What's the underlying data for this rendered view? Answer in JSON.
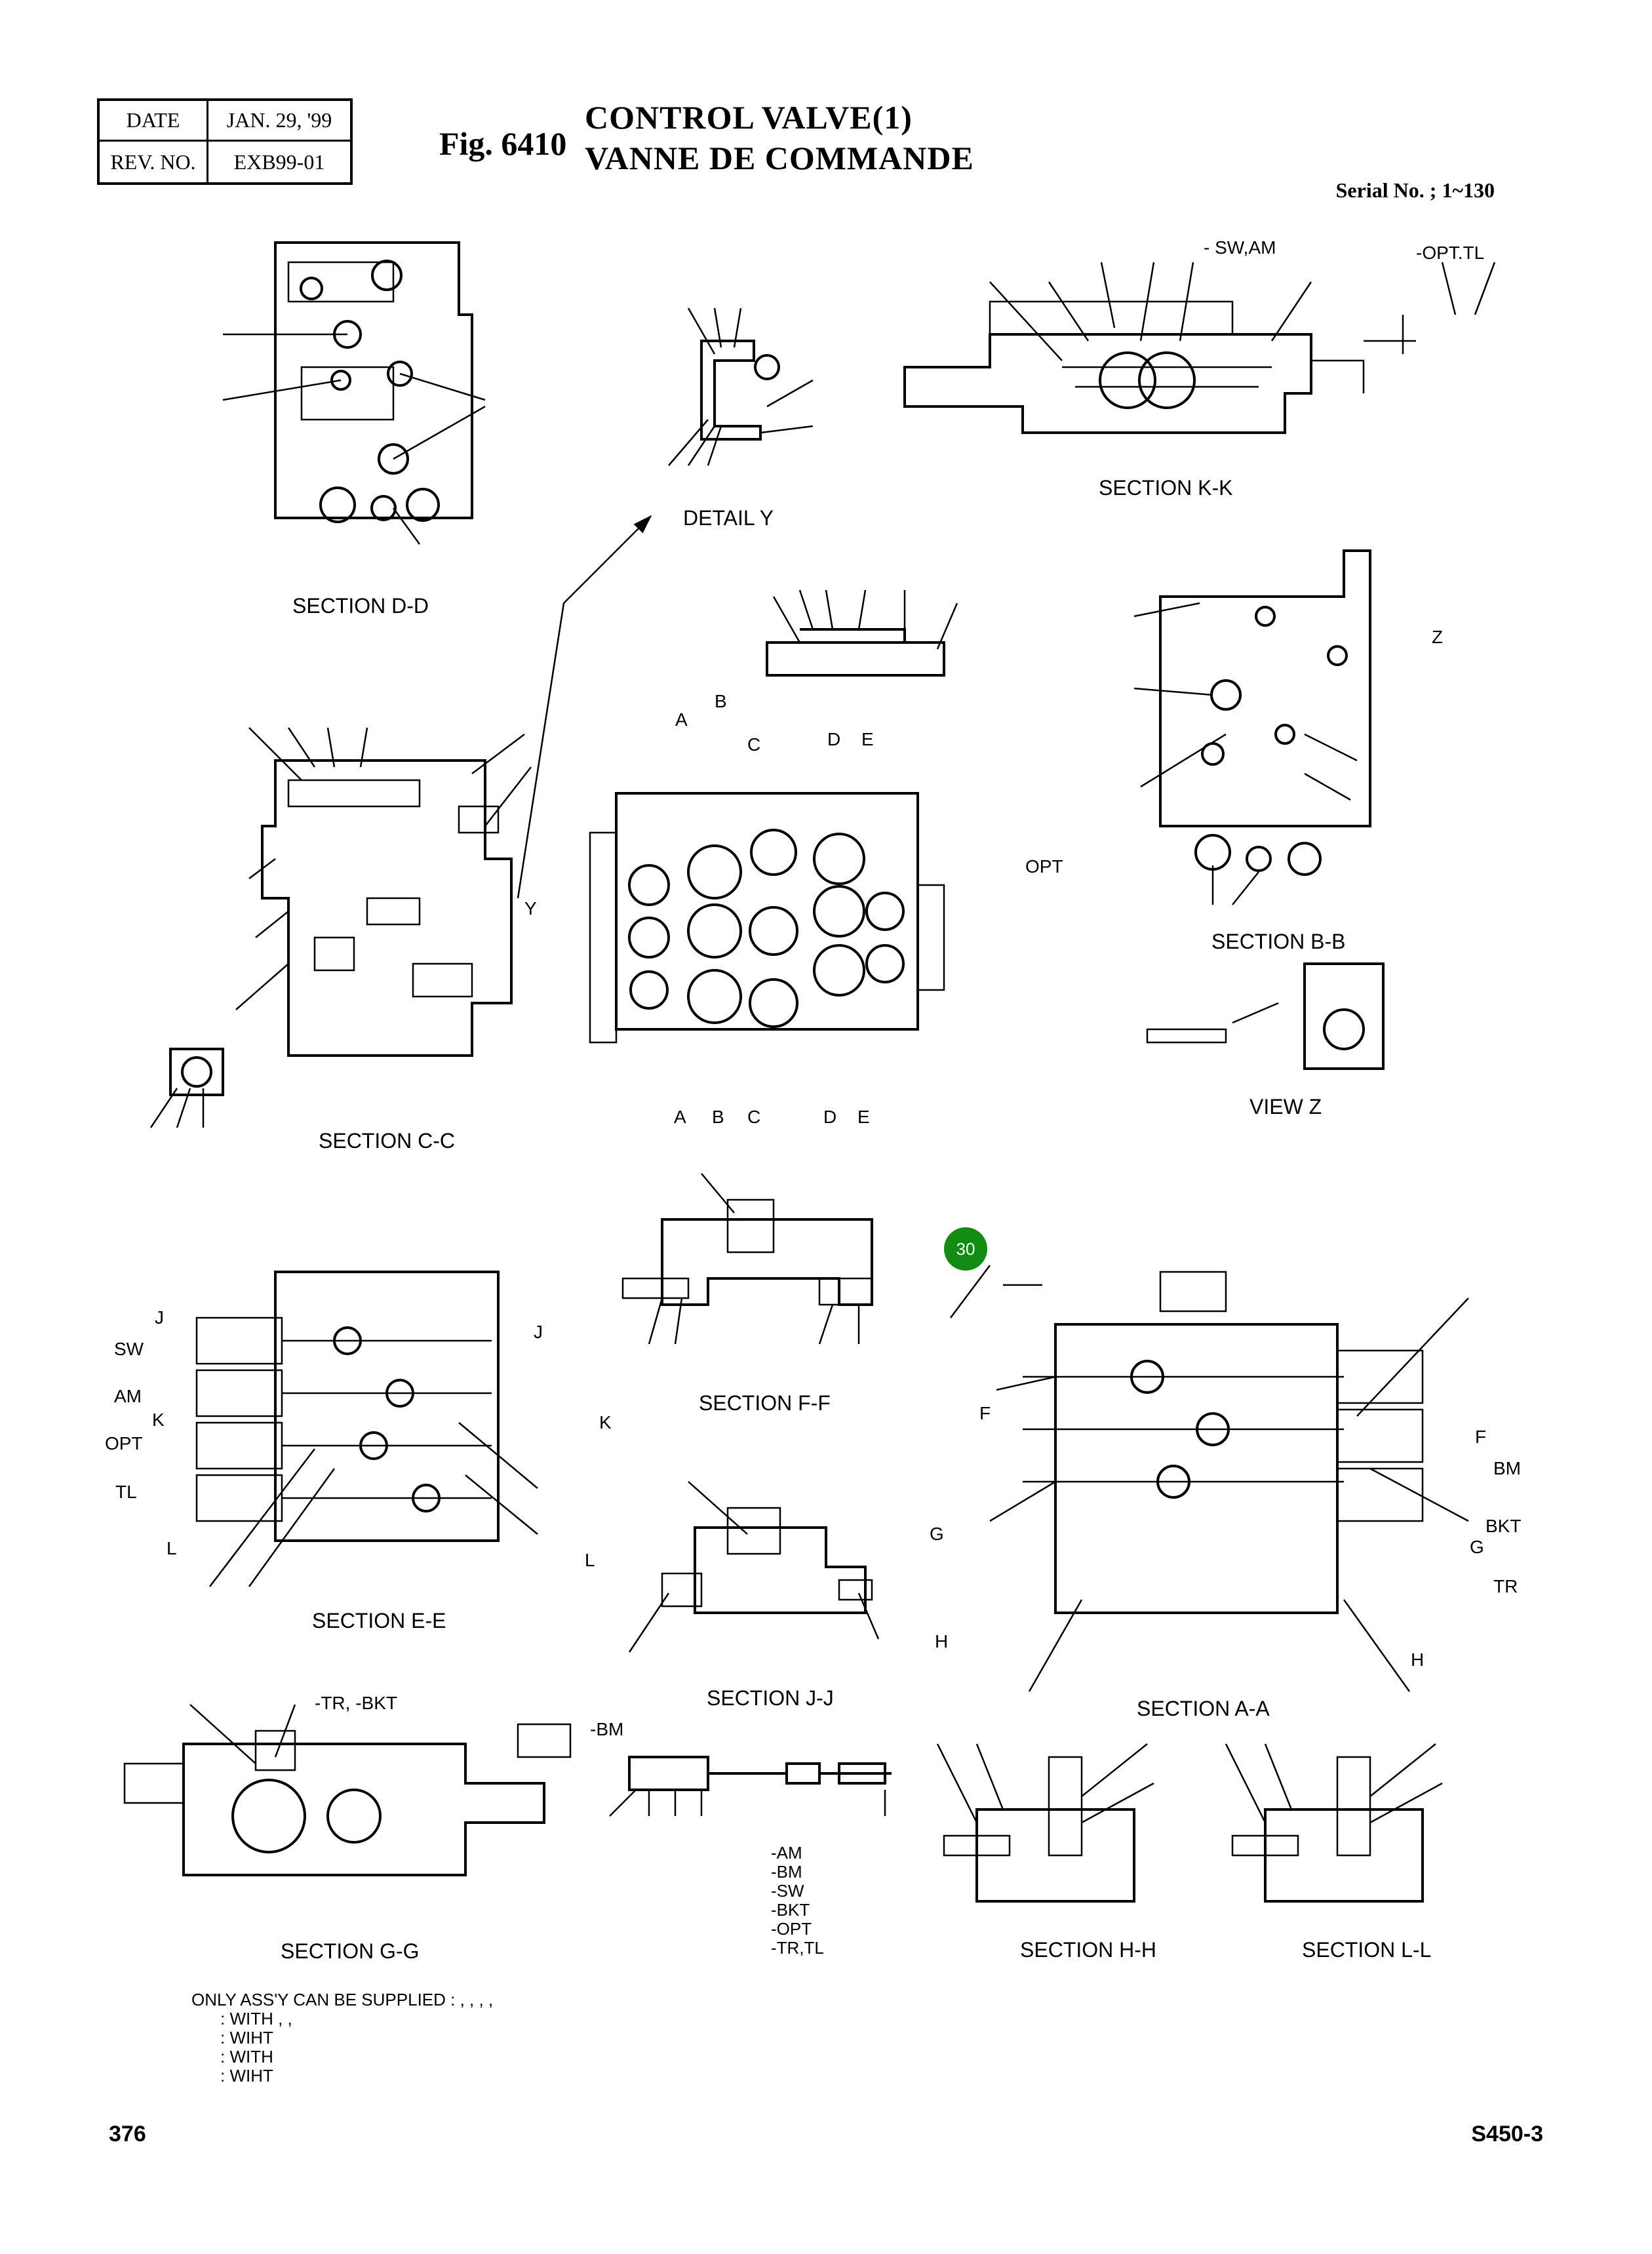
{
  "header": {
    "date_label": "DATE",
    "date_value": "JAN. 29, '99",
    "rev_label": "REV. NO.",
    "rev_value": "EXB99-01",
    "fig_number": "Fig. 6410",
    "title_en": "CONTROL VALVE(1)",
    "title_fr": "VANNE DE COMMANDE",
    "serial": "Serial No. ; 1~130"
  },
  "sections": {
    "dd": "SECTION D-D",
    "detail_y": "DETAIL  Y",
    "kk": "SECTION K-K",
    "bb": "SECTION B-B",
    "cc": "SECTION C-C",
    "view_z": "VIEW  Z",
    "ff": "SECTION F-F",
    "ee": "SECTION E-E",
    "jj": "SECTION J-J",
    "aa": "SECTION A-A",
    "gg": "SECTION G-G",
    "hh": "SECTION H-H",
    "ll": "SECTION L-L"
  },
  "labels": {
    "sw_am": "- SW,AM",
    "opt_tl": "-OPT.TL",
    "opt": "OPT",
    "y": "Y",
    "z": "Z",
    "a": "A",
    "b": "B",
    "c": "C",
    "d": "D",
    "e": "E",
    "j": "J",
    "k": "K",
    "l": "L",
    "f": "F",
    "g": "G",
    "h": "H",
    "sw": "SW",
    "am": "AM",
    "opt_side": "OPT",
    "tl": "TL",
    "bm": "BM",
    "bkt": "BKT",
    "tr": "TR",
    "tr_bkt": "-TR,   -BKT",
    "bm_top": "-BM"
  },
  "legend_list": [
    "-AM",
    "-BM",
    "-SW",
    "-BKT",
    "-OPT",
    "-TR,TL"
  ],
  "notes": {
    "supply": "ONLY ASS'Y CAN BE SUPPLIED :   ,    ,    ,    ,",
    "with1": ": WITH       ,     ,",
    "wiht1": ": WIHT",
    "with2": ": WITH",
    "wiht2": ": WIHT"
  },
  "callout_badge": "30",
  "footer": {
    "page": "376",
    "model": "S450-3"
  }
}
